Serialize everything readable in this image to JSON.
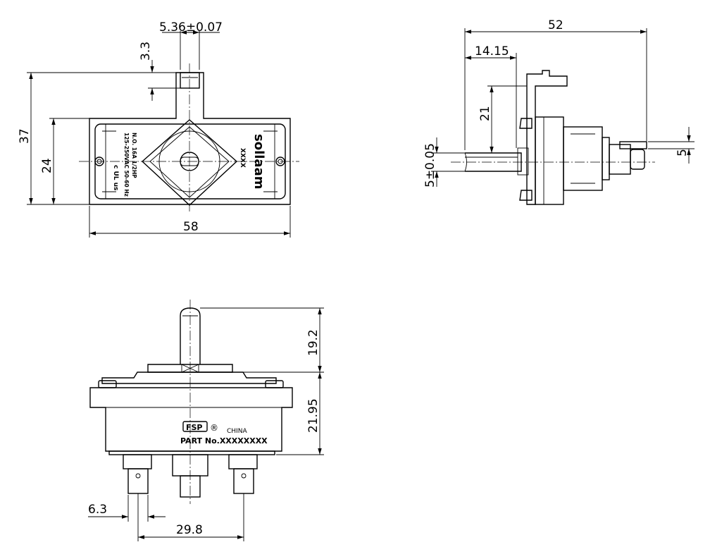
{
  "top_view": {
    "dims": {
      "shaft_width": "5.36±0.07",
      "shaft_height": "3.3",
      "overall_height": "37",
      "body_height": "24",
      "overall_width": "58"
    },
    "marking_line1": "N.O. 16A 1/2HP",
    "marking_line2": "125-250VAC 50-60 Hz",
    "cert_mark": "c UL us",
    "brand": "sollaam",
    "code": "XXXX"
  },
  "side_view": {
    "dims": {
      "overall_length": "52",
      "shaft_length": "14.15",
      "flange_height": "21",
      "shaft_dia": "5±0.05",
      "terminal_width": "5"
    }
  },
  "front_view": {
    "dims": {
      "shaft_height": "19.2",
      "body_height": "21.95",
      "terminal_width": "6.3",
      "terminal_pitch": "29.8"
    },
    "logo": "FSP",
    "registered": "®",
    "origin": "CHINA",
    "part_no": "PART No.XXXXXXXX"
  }
}
